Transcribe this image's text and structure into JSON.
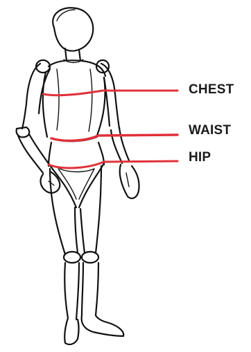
{
  "measurements": [
    {
      "key": "chest",
      "label": "CHEST"
    },
    {
      "key": "waist",
      "label": "WAIST"
    },
    {
      "key": "hip",
      "label": "HIP"
    }
  ],
  "colors": {
    "measure_line": "#e0313a",
    "ink": "#111111",
    "label": "#1a1a1a",
    "background": "#ffffff"
  }
}
